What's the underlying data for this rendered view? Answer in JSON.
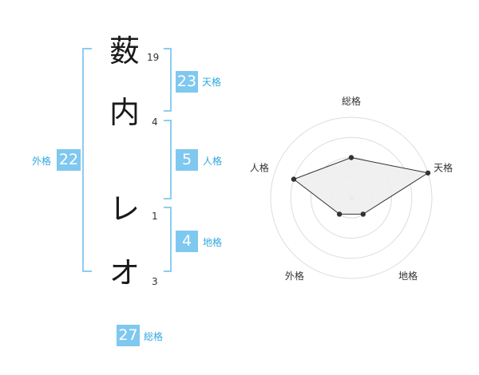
{
  "name_chars": [
    {
      "char": "薮",
      "strokes": "19"
    },
    {
      "char": "内",
      "strokes": "4"
    },
    {
      "char": "レ",
      "strokes": "1"
    },
    {
      "char": "オ",
      "strokes": "3"
    }
  ],
  "fortunes": {
    "tenkaku": {
      "value": "23",
      "label": "天格"
    },
    "jinkaku": {
      "value": "5",
      "label": "人格"
    },
    "chikaku": {
      "value": "4",
      "label": "地格"
    },
    "gaikaku": {
      "value": "22",
      "label": "外格"
    },
    "soukaku": {
      "value": "27",
      "label": "総格"
    }
  },
  "colors": {
    "accent": "#7fc8ef",
    "bracket": "#8ccdf0",
    "label": "#2ea8e0",
    "radar_fill": "#eeeeee"
  },
  "chart_data": {
    "type": "radar",
    "axes": [
      "総格",
      "天格",
      "地格",
      "外格",
      "人格"
    ],
    "values": [
      2,
      4,
      1,
      1,
      3
    ],
    "max": 4,
    "rings": 4,
    "grid": true
  }
}
